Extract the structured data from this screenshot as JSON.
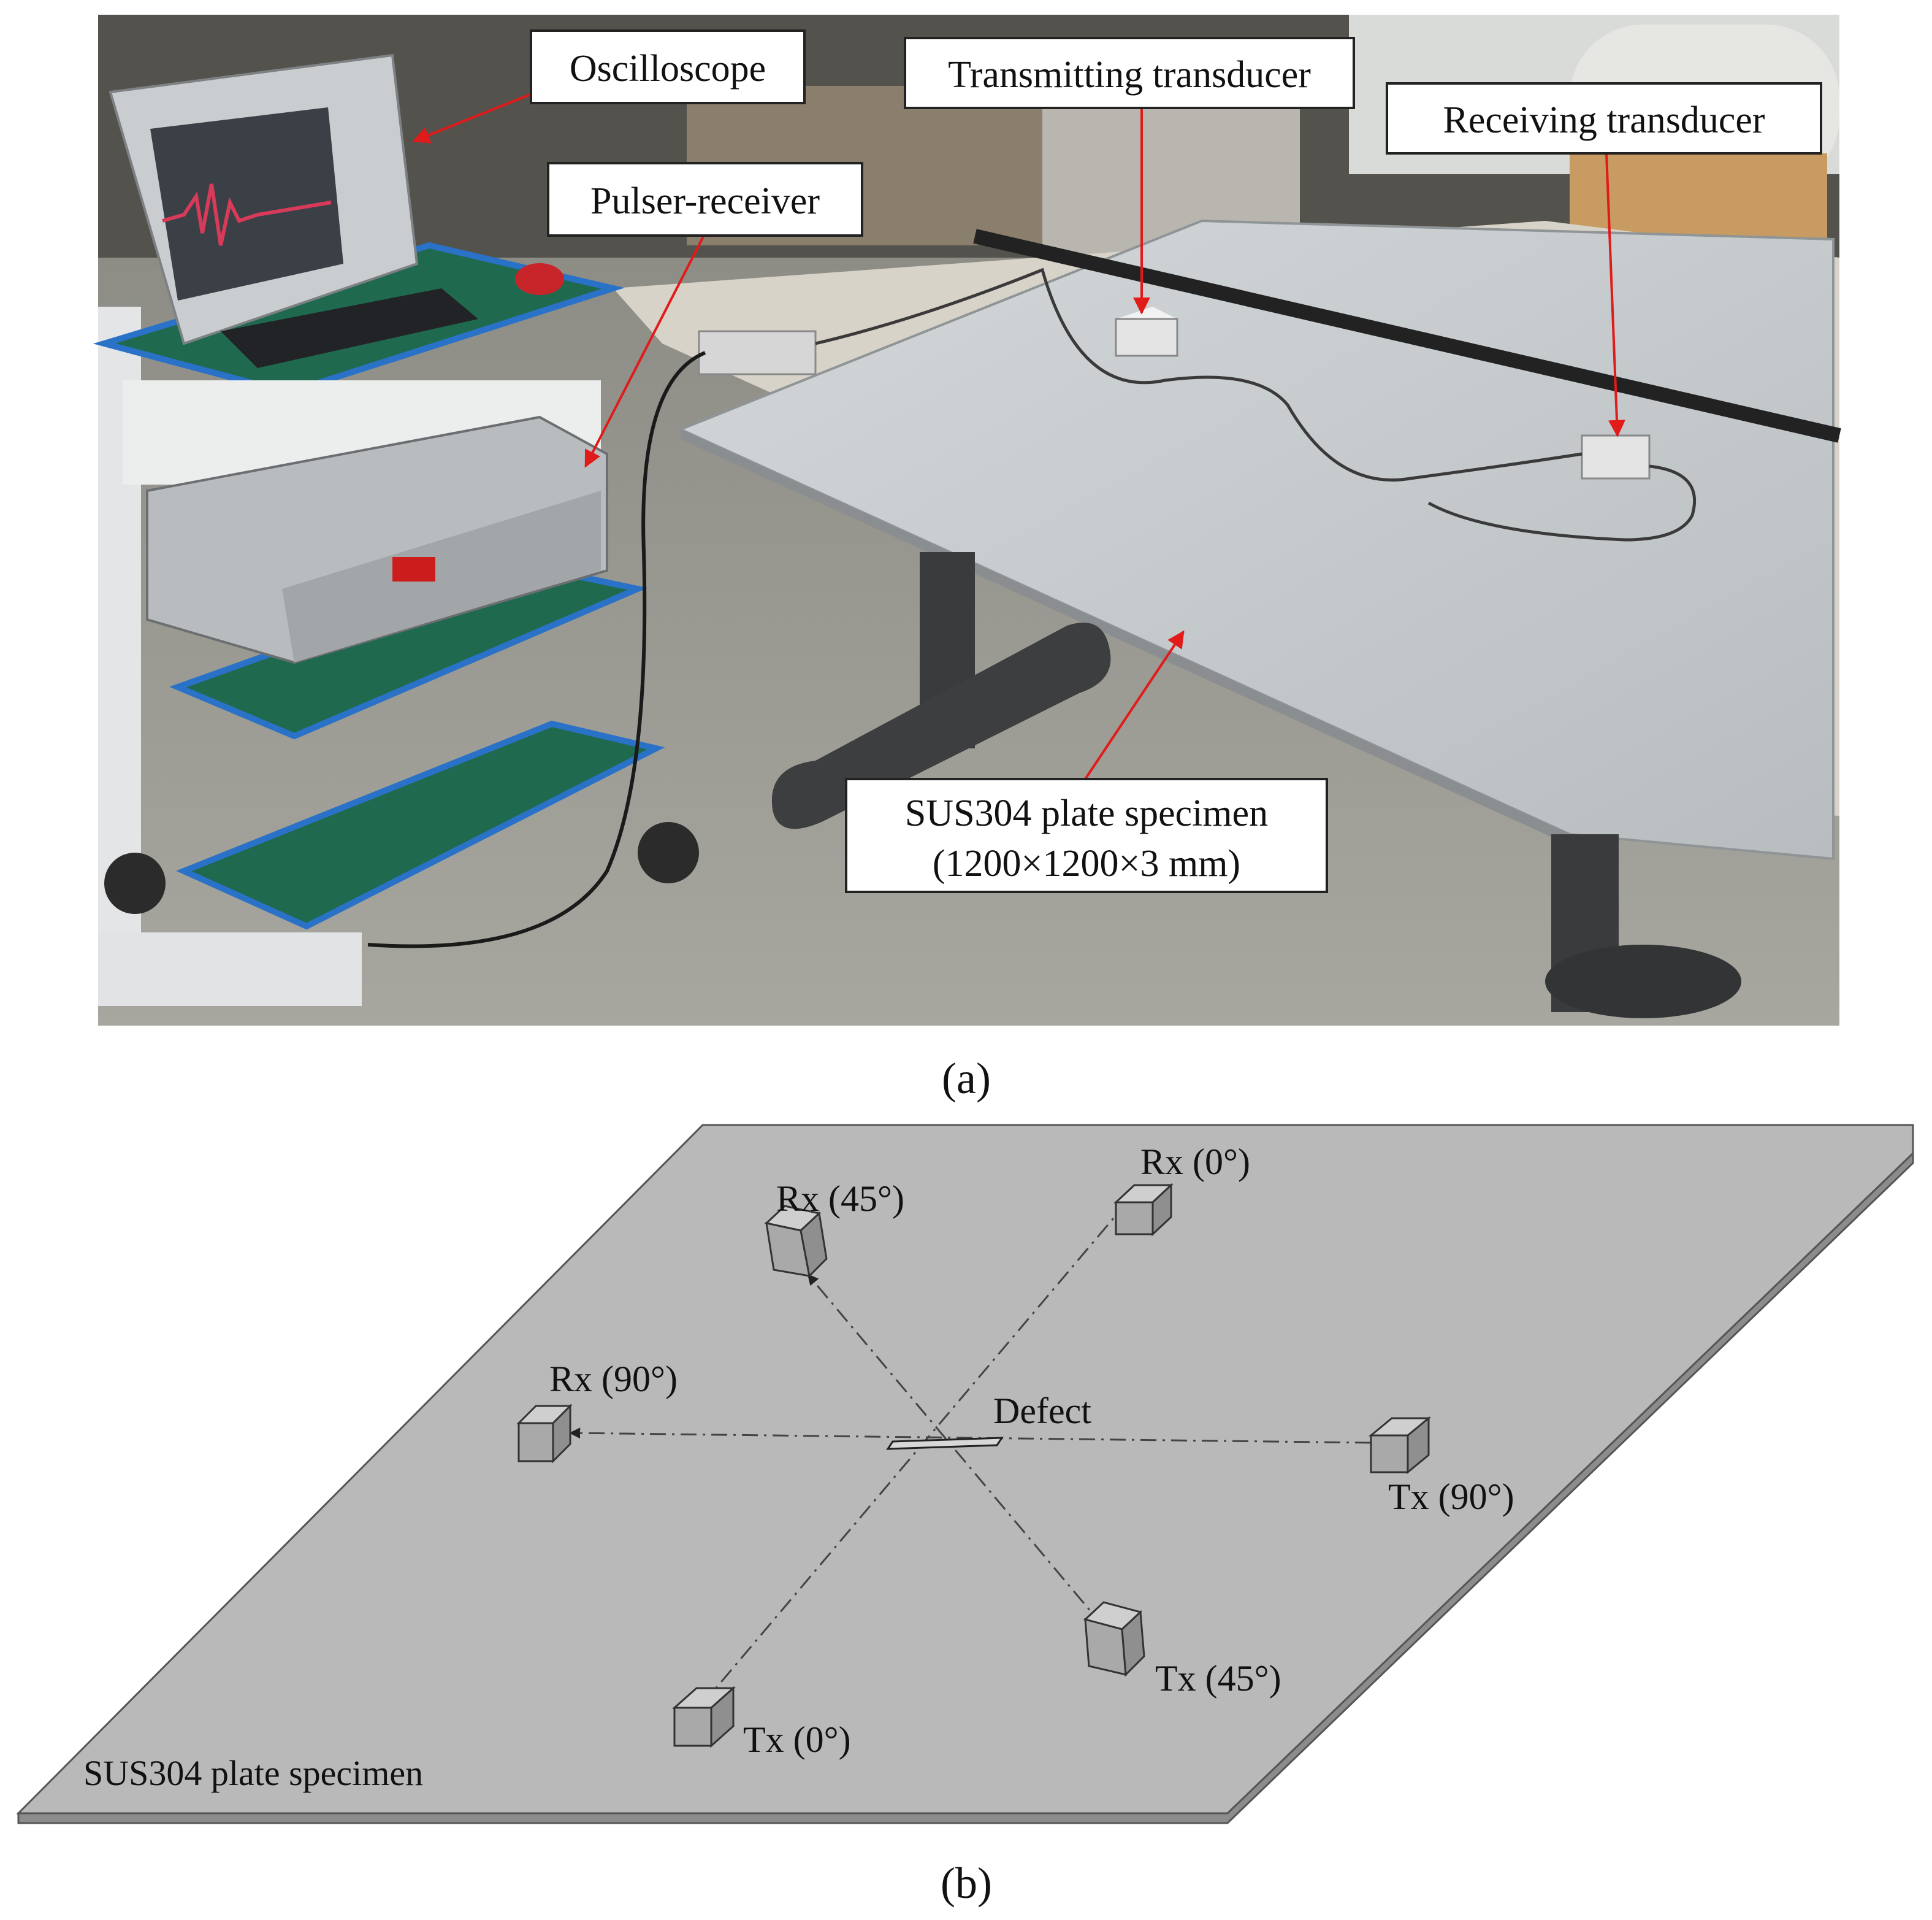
{
  "figure": {
    "panel_a": {
      "caption": "(a)",
      "callouts": {
        "oscilloscope": "Oscilloscope",
        "pulser_receiver": "Pulser-receiver",
        "transmitting": "Transmitting  transducer",
        "receiving": "Receiving  transducer",
        "specimen_line1": "SUS304 plate specimen",
        "specimen_line2": "(1200×1200×3  mm)"
      },
      "colors": {
        "arrow": "#e11a1a",
        "tabletop": "#c4c9cb",
        "cart_shelf": "#1f6a4f"
      }
    },
    "panel_b": {
      "caption": "(b)",
      "plate_label": "SUS304 plate specimen",
      "defect_label": "Defect",
      "transducers": {
        "rx_0": "Rx (0°)",
        "rx_45": "Rx (45°)",
        "rx_90": "Rx (90°)",
        "tx_0": "Tx (0°)",
        "tx_45": "Tx (45°)",
        "tx_90": "Tx (90°)"
      },
      "colors": {
        "plate": "#b9b9b9",
        "cube": "#a9a9a9"
      }
    }
  }
}
